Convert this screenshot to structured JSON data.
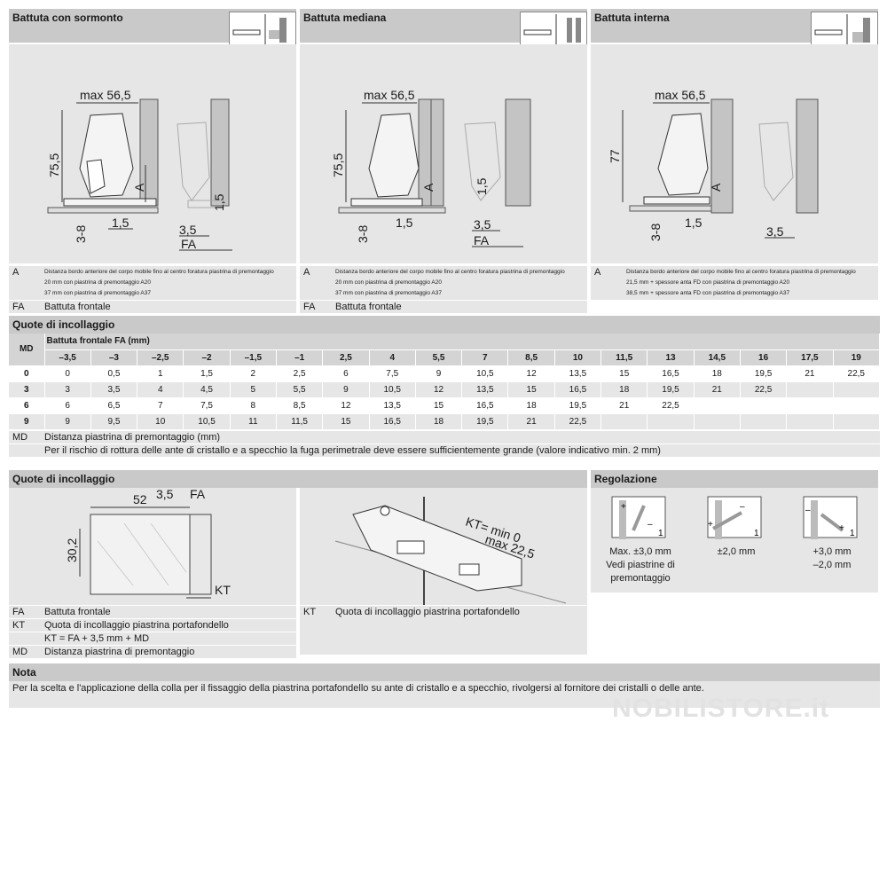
{
  "sections": {
    "battuta_sormonto": "Battuta con sormonto",
    "battuta_mediana": "Battuta mediana",
    "battuta_interna": "Battuta interna",
    "quote_incollaggio_table": "Quote di incollaggio",
    "quote_incollaggio_diagram": "Quote di incollaggio",
    "regolazione": "Regolazione",
    "nota": "Nota"
  },
  "panels": [
    {
      "dims": {
        "max": "max 56,5",
        "height": "75,5",
        "a": "A",
        "d15": "1,5",
        "d38": "3-8",
        "side15": "1,5",
        "d35": "3,5",
        "fa": "FA"
      },
      "legend": {
        "a_key": "A",
        "a_line1": "Distanza bordo anteriore del corpo mobile fino al centro foratura piastrina di premontaggio",
        "a_line2": "20 mm con piastrina di premontaggio A20",
        "a_line3": "37 mm con piastrina di premontaggio A37",
        "fa_key": "FA",
        "fa_val": "Battuta frontale"
      }
    },
    {
      "dims": {
        "max": "max 56,5",
        "height": "75,5",
        "a": "A",
        "d15": "1,5",
        "d38": "3-8",
        "side15": "1,5",
        "d35": "3,5",
        "fa": "FA"
      },
      "legend": {
        "a_key": "A",
        "a_line1": "Distanza bordo anteriore del corpo mobile fino al centro foratura piastrina di premontaggio",
        "a_line2": "20 mm con piastrina di premontaggio A20",
        "a_line3": "37 mm con piastrina di premontaggio A37",
        "fa_key": "FA",
        "fa_val": "Battuta frontale"
      }
    },
    {
      "dims": {
        "max": "max 56,5",
        "height": "77",
        "a": "A",
        "d15": "1,5",
        "d38": "3-8",
        "d35": "3,5"
      },
      "legend": {
        "a_key": "A",
        "a_line1": "Distanza bordo anteriore del corpo mobile fino al centro foratura piastrina di premontaggio",
        "a_line2": "21,5 mm + spessore anta FD con piastrina di premontaggio A20",
        "a_line3": "38,5 mm + spessore anta FD con piastrina di premontaggio A37"
      }
    }
  ],
  "table": {
    "md_header": "MD",
    "fa_header": "Battuta frontale FA (mm)",
    "columns": [
      "–3,5",
      "–3",
      "–2,5",
      "–2",
      "–1,5",
      "–1",
      "2,5",
      "4",
      "5,5",
      "7",
      "8,5",
      "10",
      "11,5",
      "13",
      "14,5",
      "16",
      "17,5",
      "19"
    ],
    "rows": [
      {
        "md": "0",
        "values": [
          "0",
          "0,5",
          "1",
          "1,5",
          "2",
          "2,5",
          "6",
          "7,5",
          "9",
          "10,5",
          "12",
          "13,5",
          "15",
          "16,5",
          "18",
          "19,5",
          "21",
          "22,5"
        ]
      },
      {
        "md": "3",
        "values": [
          "3",
          "3,5",
          "4",
          "4,5",
          "5",
          "5,5",
          "9",
          "10,5",
          "12",
          "13,5",
          "15",
          "16,5",
          "18",
          "19,5",
          "21",
          "22,5",
          "",
          ""
        ]
      },
      {
        "md": "6",
        "values": [
          "6",
          "6,5",
          "7",
          "7,5",
          "8",
          "8,5",
          "12",
          "13,5",
          "15",
          "16,5",
          "18",
          "19,5",
          "21",
          "22,5",
          "",
          "",
          "",
          ""
        ]
      },
      {
        "md": "9",
        "values": [
          "9",
          "9,5",
          "10",
          "10,5",
          "11",
          "11,5",
          "15",
          "16,5",
          "18",
          "19,5",
          "21",
          "22,5",
          "",
          "",
          "",
          "",
          "",
          ""
        ]
      }
    ],
    "md_legend_key": "MD",
    "md_legend_val": "Distanza piastrina di premontaggio (mm)",
    "note": "Per il rischio di rottura delle ante di cristallo e a specchio la fuga perimetrale deve essere sufficientemente grande (valore indicativo min. 2 mm)"
  },
  "glue_diagram": {
    "dims": {
      "d52": "52",
      "d35": "3,5",
      "fa": "FA",
      "d302": "30,2",
      "kt": "KT"
    },
    "legend": [
      {
        "key": "FA",
        "val": "Battuta frontale"
      },
      {
        "key": "KT",
        "val": "Quota di incollaggio piastrina portafondello"
      },
      {
        "key": "",
        "val": "KT = FA + 3,5 mm + MD"
      },
      {
        "key": "MD",
        "val": "Distanza piastrina di premontaggio"
      }
    ],
    "hinge_dims": {
      "kt_min": "KT= min 0",
      "max": "max 22,5"
    },
    "hinge_legend_key": "KT",
    "hinge_legend_val": "Quota di incollaggio piastrina portafondello"
  },
  "regolazione": [
    {
      "caption1": "Max. ±3,0 mm",
      "caption2": "Vedi piastrine di",
      "caption3": "premontaggio",
      "plus": "+",
      "minus": "–",
      "num": "1"
    },
    {
      "caption1": "±2,0 mm",
      "plus": "+",
      "minus": "–",
      "num": "1"
    },
    {
      "caption1": "+3,0 mm",
      "caption2": "–2,0 mm",
      "plus": "+",
      "minus": "–",
      "num": "1"
    }
  ],
  "nota_text": "Per la scelta e l'applicazione della colla per il fissaggio della piastrina portafondello su ante di cristallo e a specchio, rivolgersi al fornitore dei cristalli o delle ante.",
  "watermark": "NOBILISTORE.it"
}
